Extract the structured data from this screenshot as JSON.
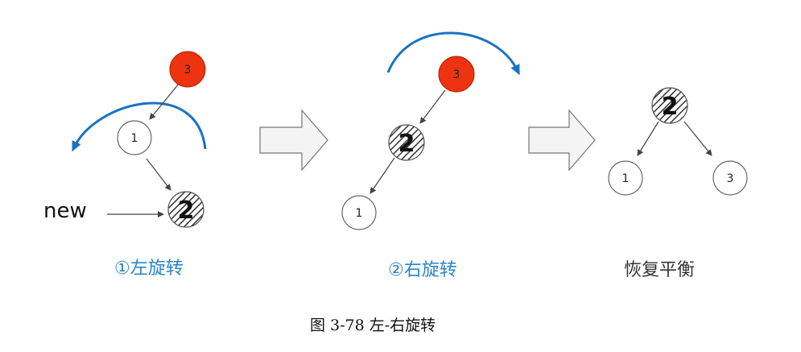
{
  "colors": {
    "rotation_arc": "#1a73c2",
    "caption_blue": "#2a86c8",
    "root_fill": "#ee3311",
    "arrow_fill": "#f4f4f4",
    "arrow_stroke": "#777777"
  },
  "steps": [
    {
      "caption": "①左旋转",
      "nodes": {
        "root": "3",
        "middle": "1",
        "inserted": "2"
      },
      "new_label": "new"
    },
    {
      "caption": "②右旋转",
      "nodes": {
        "root": "3",
        "middle": "2",
        "leaf": "1"
      }
    },
    {
      "caption": "恢复平衡",
      "nodes": {
        "root": "2",
        "left": "1",
        "right": "3"
      }
    }
  ],
  "figure_caption": "图 3-78  左-右旋转"
}
